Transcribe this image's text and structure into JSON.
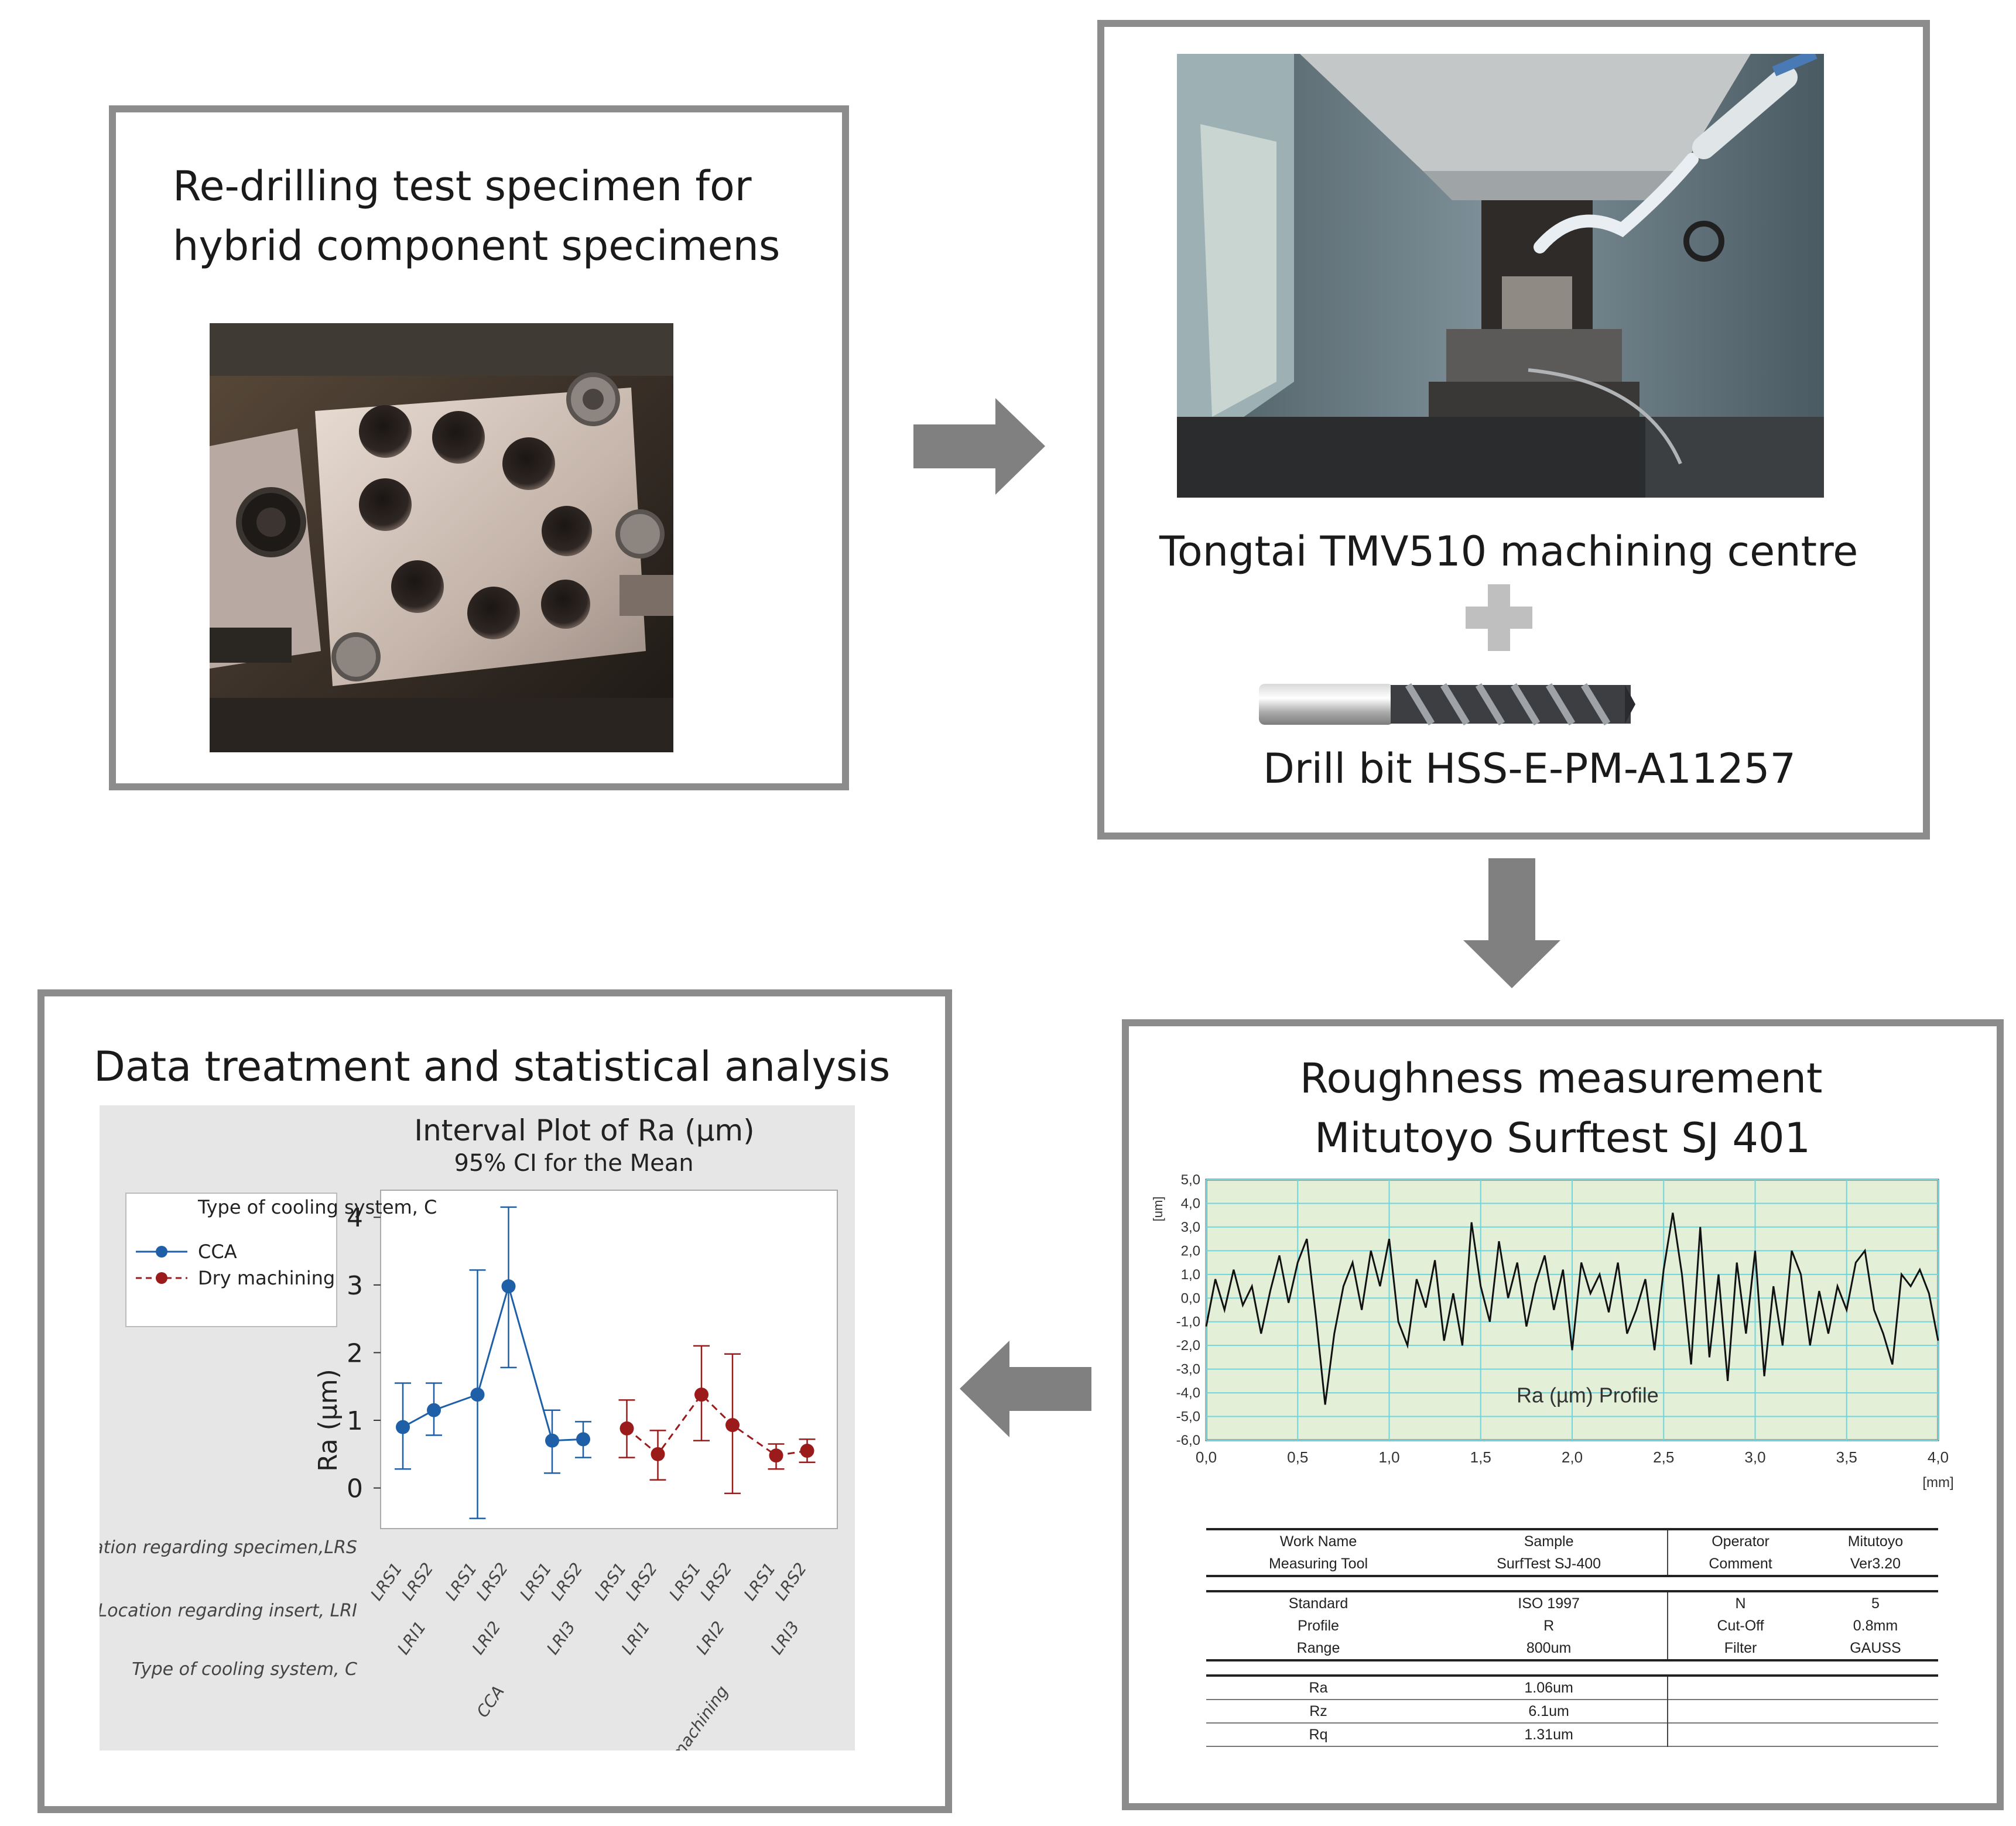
{
  "panel1": {
    "title_line1": "Re-drilling test specimen for",
    "title_line2": "hybrid component specimens"
  },
  "panel2": {
    "caption1": "Tongtai TMV510 machining centre",
    "caption2": "Drill bit HSS-E-PM-A11257"
  },
  "panel3": {
    "title_line1": "Roughness measurement",
    "title_line2": "Mitutoyo Surftest SJ 401",
    "profile_chart": {
      "type": "line",
      "ylabel": "[um]",
      "xlabel": "[mm]",
      "annotation": "Ra (µm) Profile",
      "xlim": [
        0,
        4.0
      ],
      "ylim": [
        -6.0,
        5.0
      ],
      "x_ticks": [
        "0,0",
        "0,5",
        "1,0",
        "1,5",
        "2,0",
        "2,5",
        "3,0",
        "3,5",
        "4,0"
      ],
      "y_ticks": [
        "5,0",
        "4,0",
        "3,0",
        "2,0",
        "1,0",
        "0,0",
        "-1,0",
        "-2,0",
        "-3,0",
        "-4,0",
        "-5,0",
        "-6,0"
      ],
      "x": [
        0.0,
        0.05,
        0.1,
        0.15,
        0.2,
        0.25,
        0.3,
        0.35,
        0.4,
        0.45,
        0.5,
        0.55,
        0.6,
        0.65,
        0.7,
        0.75,
        0.8,
        0.85,
        0.9,
        0.95,
        1.0,
        1.05,
        1.1,
        1.15,
        1.2,
        1.25,
        1.3,
        1.35,
        1.4,
        1.45,
        1.5,
        1.55,
        1.6,
        1.65,
        1.7,
        1.75,
        1.8,
        1.85,
        1.9,
        1.95,
        2.0,
        2.05,
        2.1,
        2.15,
        2.2,
        2.25,
        2.3,
        2.35,
        2.4,
        2.45,
        2.5,
        2.55,
        2.6,
        2.65,
        2.7,
        2.75,
        2.8,
        2.85,
        2.9,
        2.95,
        3.0,
        3.05,
        3.1,
        3.15,
        3.2,
        3.25,
        3.3,
        3.35,
        3.4,
        3.45,
        3.5,
        3.55,
        3.6,
        3.65,
        3.7,
        3.75,
        3.8,
        3.85,
        3.9,
        3.95,
        4.0
      ],
      "y": [
        -1.2,
        0.8,
        -0.5,
        1.2,
        -0.3,
        0.5,
        -1.5,
        0.3,
        1.8,
        -0.2,
        1.5,
        2.5,
        -0.8,
        -4.5,
        -1.5,
        0.5,
        1.5,
        -0.5,
        2.0,
        0.5,
        2.5,
        -1.0,
        -2.0,
        0.8,
        -0.4,
        1.6,
        -1.8,
        0.2,
        -2.0,
        3.2,
        0.5,
        -1.0,
        2.4,
        0.0,
        1.5,
        -1.2,
        0.6,
        1.8,
        -0.5,
        1.2,
        -2.2,
        1.5,
        0.2,
        1.0,
        -0.6,
        1.5,
        -1.5,
        -0.5,
        0.8,
        -2.2,
        1.2,
        3.6,
        1.0,
        -2.8,
        3.0,
        -2.5,
        1.0,
        -3.5,
        1.5,
        -1.5,
        2.0,
        -3.3,
        0.5,
        -2.0,
        2.0,
        1.0,
        -2.0,
        0.3,
        -1.5,
        0.5,
        -0.5,
        1.5,
        2.0,
        -0.5,
        -1.5,
        -2.8,
        1.0,
        0.5,
        1.2,
        0.2,
        -1.8
      ]
    },
    "report_table": [
      [
        "Work Name",
        "Sample",
        "Operator",
        "Mitutoyo"
      ],
      [
        "Measuring Tool",
        "SurfTest SJ-400",
        "Comment",
        "Ver3.20"
      ],
      [
        "Standard",
        "ISO 1997",
        "N",
        "5"
      ],
      [
        "Profile",
        "R",
        "Cut-Off",
        "0.8mm"
      ],
      [
        "Range",
        "800um",
        "Filter",
        "GAUSS"
      ],
      [
        "Ra",
        "1.06um",
        "",
        ""
      ],
      [
        "Rz",
        "6.1um",
        "",
        ""
      ],
      [
        "Rq",
        "1.31um",
        "",
        ""
      ]
    ]
  },
  "panel4": {
    "title": "Data treatment and statistical analysis",
    "chart_data": {
      "type": "scatter",
      "title": "Interval Plot of Ra (µm)",
      "subtitle": "95% CI for the Mean",
      "ylabel": "Ra (µm)",
      "ylim": [
        -0.6,
        4.4
      ],
      "y_ticks": [
        "0",
        "1",
        "2",
        "3",
        "4"
      ],
      "legend_title": "Type of cooling system, C",
      "legend_position": "top-left",
      "row_labels": [
        "Location regarding specimen,LRS",
        "Location regarding insert, LRI",
        "Type of cooling system, C"
      ],
      "categories": [
        "LRS1",
        "LRS2",
        "LRS1",
        "LRS2",
        "LRS1",
        "LRS2",
        "LRS1",
        "LRS2",
        "LRS1",
        "LRS2",
        "LRS1",
        "LRS2"
      ],
      "lri_labels": [
        "LRI1",
        "LRI2",
        "LRI3",
        "LRI1",
        "LRI2",
        "LRI3"
      ],
      "c_labels": [
        "CCA",
        "Dry machining"
      ],
      "series": [
        {
          "name": "CCA",
          "color": "#1f5fa8",
          "style": "solid",
          "mean": [
            0.9,
            1.15,
            1.38,
            2.98,
            0.7,
            0.72
          ],
          "lower": [
            0.28,
            0.78,
            -0.45,
            1.78,
            0.22,
            0.45
          ],
          "upper": [
            1.55,
            1.55,
            3.22,
            4.15,
            1.15,
            0.98
          ]
        },
        {
          "name": "Dry machining",
          "color": "#9b1b1b",
          "style": "dashed",
          "mean": [
            0.88,
            0.5,
            1.38,
            0.93,
            0.48,
            0.55
          ],
          "lower": [
            0.45,
            0.12,
            0.7,
            -0.08,
            0.28,
            0.38
          ],
          "upper": [
            1.3,
            0.85,
            2.1,
            1.98,
            0.65,
            0.72
          ]
        }
      ]
    }
  },
  "arrows": {
    "color": "#808080"
  }
}
